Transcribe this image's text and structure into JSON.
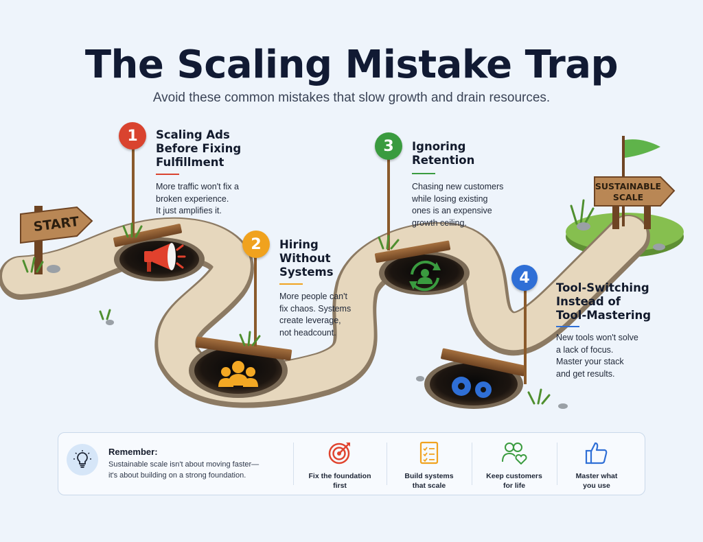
{
  "title": "The Scaling Mistake Trap",
  "subtitle": "Avoid these common mistakes that slow growth and drain resources.",
  "signs": {
    "start": "START",
    "end_line1": "SUSTAINABLE",
    "end_line2": "SCALE"
  },
  "steps": [
    {
      "number": "1",
      "title_lines": [
        "Scaling Ads",
        "Before Fixing",
        "Fulfillment"
      ],
      "desc_lines": [
        "More traffic won't fix a",
        "broken experience.",
        "It just amplifies it."
      ],
      "color": "#d9432f",
      "icon": "megaphone-icon"
    },
    {
      "number": "2",
      "title_lines": [
        "Hiring",
        "Without",
        "Systems"
      ],
      "desc_lines": [
        "More people can't",
        "fix chaos. Systems",
        "create leverage,",
        "not headcount."
      ],
      "color": "#f0a21e",
      "icon": "team-icon"
    },
    {
      "number": "3",
      "title_lines": [
        "Ignoring",
        "Retention"
      ],
      "desc_lines": [
        "Chasing new customers",
        "while losing existing",
        "ones is an expensive",
        "growth ceiling."
      ],
      "color": "#3a9b3f",
      "icon": "retention-cycle-icon"
    },
    {
      "number": "4",
      "title_lines": [
        "Tool-Switching",
        "Instead of",
        "Tool-Mastering"
      ],
      "desc_lines": [
        "New tools won't solve",
        "a lack of focus.",
        "Master your stack",
        "and get results."
      ],
      "color": "#2f6fd6",
      "icon": "gears-icon"
    }
  ],
  "footer": {
    "remember_title": "Remember:",
    "remember_lines": [
      "Sustainable scale isn't about moving faster—",
      "it's about building on a strong foundation."
    ],
    "items": [
      {
        "lines": [
          "Fix the foundation",
          "first"
        ],
        "icon": "target-icon",
        "color": "#e0442f"
      },
      {
        "lines": [
          "Build systems",
          "that scale"
        ],
        "icon": "checklist-icon",
        "color": "#f0a21e"
      },
      {
        "lines": [
          "Keep customers",
          "for life"
        ],
        "icon": "customers-heart-icon",
        "color": "#3a9b3f"
      },
      {
        "lines": [
          "Master what",
          "you use"
        ],
        "icon": "thumbs-up-icon",
        "color": "#2f6fd6"
      }
    ]
  }
}
